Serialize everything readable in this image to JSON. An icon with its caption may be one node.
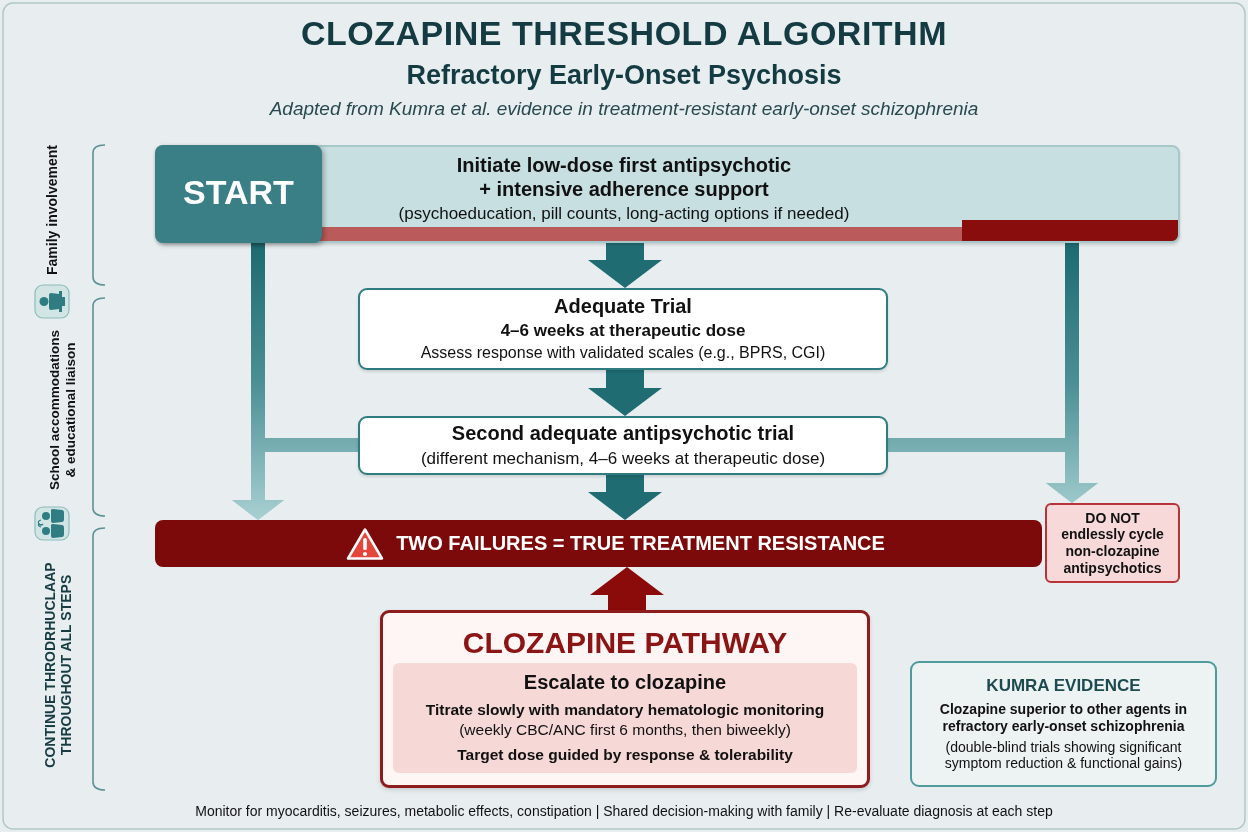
{
  "diagram": {
    "title": "CLOZAPINE THRESHOLD ALGORITHM",
    "caption": "Adapted from Kumra et al. evidence in treatment-resistant early-onset schizophrenia",
    "nodes": [
      {
        "text": [
          "Initiate low-dose first antipsychotic + intensive adherence support",
          "(psychoeducation, pill counts, long-acting options if needed)"
        ]
      },
      {
        "text": [
          "START"
        ],
        "in": 0
      },
      {
        "text": [
          "Adequate Trial",
          "4–6 weeks at therapeutic dose",
          "Assess response with validated scales (e.g., BPRS, CGI)"
        ]
      },
      {
        "text": [
          "Second adequate antipsychotic trial",
          "(different mechanism, 4–6 weeks at therapeutic dose)"
        ]
      },
      {
        "text": [
          "TWO FAILURES = TRUE TREATMENT RESISTANCE"
        ]
      },
      {
        "text": [
          "DO NOT endlessly cycle non-clozapine antipsychotics"
        ]
      },
      {
        "text": [
          "CLOZAPINE PATHWAY"
        ]
      },
      {
        "text": [
          "Escalate to clozapine",
          "Titrate slowly with mandatory hematologic monitoring",
          "(weekly CBC/ANC first 6 months, then biweekly)",
          "Target dose guided by response & tolerability"
        ],
        "in": 6
      },
      {
        "text": [
          "KUMRA EVIDENCE",
          "Clozapine superior to other agents in refractory early-onset schizophrenia",
          "(double-blind trials showing significant symptom reduction & functional gains)"
        ]
      }
    ],
    "edges": [
      {
        "from": 0,
        "to": 2,
        "arrow": "to",
        "style": "thick"
      },
      {
        "from": 2,
        "to": 3,
        "arrow": "to",
        "style": "thick"
      },
      {
        "from": 3,
        "to": 4,
        "arrow": "to",
        "style": "thick"
      },
      {
        "from": 6,
        "to": 4,
        "arrow": "to",
        "style": "thick",
        "color": "#8b0a0a"
      },
      {
        "from": 0,
        "to": 4,
        "arrow": "to"
      },
      {
        "from": 3,
        "to": 4,
        "arrow": "to"
      },
      {
        "from": 0,
        "to": 5,
        "arrow": "to"
      },
      {
        "from": 3,
        "to": 5,
        "arrow": "to"
      }
    ],
    "labels": [
      "Refractory Early-Onset Psychosis",
      "Family involvement",
      "School accommodations & educational liaison",
      "CONTINUE THRODRHUCLAAP THROUGHOUT ALL STEPS",
      "Monitor for myocarditis, seizures, metabolic effects, constipation | Shared decision-making with family | Re-evaluate diagnosis at each step"
    ]
  }
}
